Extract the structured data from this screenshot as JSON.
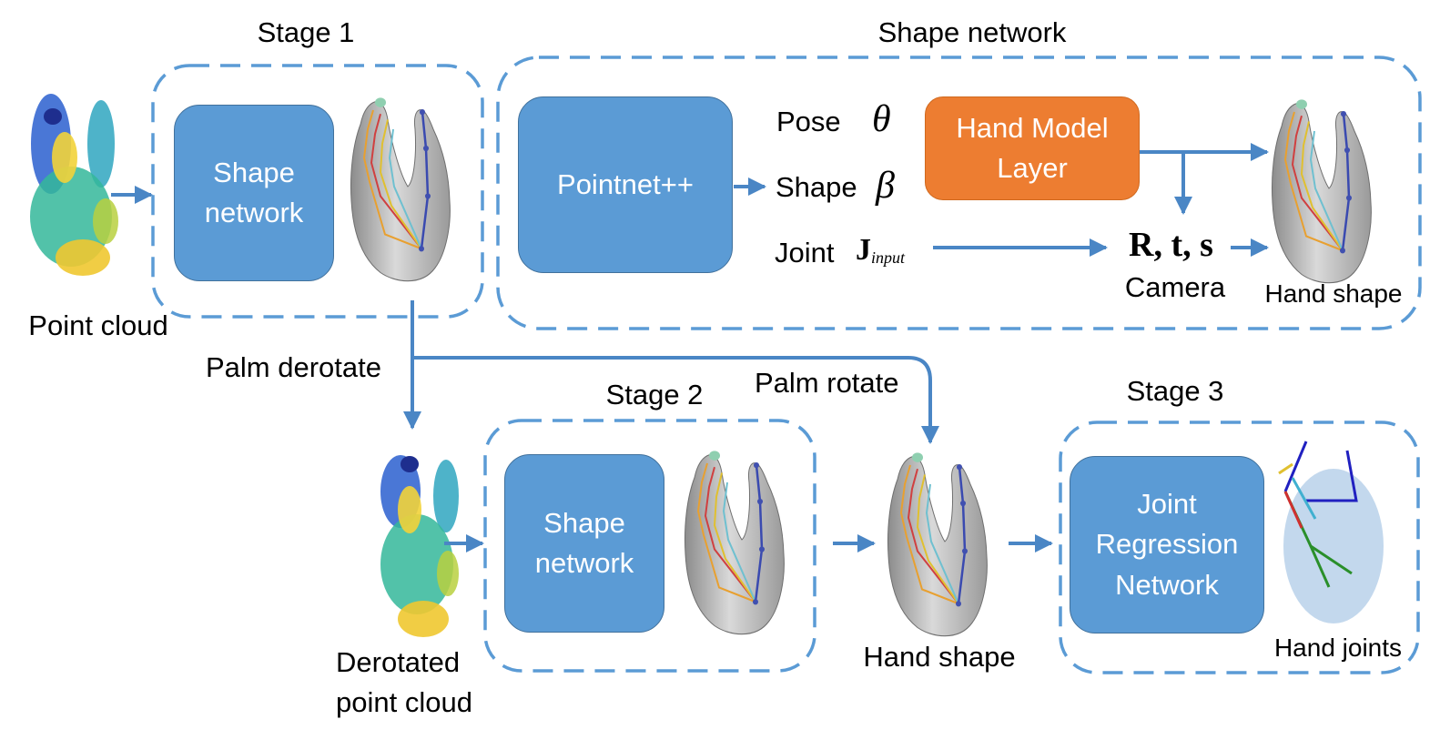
{
  "stage1": {
    "title": "Stage 1",
    "box_label": [
      "Shape",
      "network"
    ]
  },
  "shape_net": {
    "title": "Shape network",
    "pointnet_label": "Pointnet++",
    "pose_label": "Pose",
    "shape_label": "Shape",
    "joint_label": "Joint",
    "pose_symbol": "θ",
    "shape_symbol": "β",
    "joint_symbol_main": "J",
    "joint_symbol_sub": "input",
    "hand_model_label": [
      "Hand Model",
      "Layer"
    ],
    "camera_symbol": "R, t, s",
    "camera_label": "Camera",
    "output_label": "Hand shape"
  },
  "point_cloud_label": "Point cloud",
  "palm_derotate_label": "Palm derotate",
  "palm_rotate_label": "Palm rotate",
  "stage2": {
    "title": "Stage 2",
    "box_label": [
      "Shape",
      "network"
    ]
  },
  "derotated_label": [
    "Derotated",
    "point cloud"
  ],
  "hand_shape_label": "Hand shape",
  "stage3": {
    "title": "Stage 3",
    "box_label": [
      "Joint",
      "Regression",
      "Network"
    ]
  },
  "hand_joints_label": "Hand joints",
  "colors": {
    "box_blue": "#5b9bd5",
    "box_orange": "#ed7d31",
    "dashed": "#5b9bd5",
    "arrow": "#4a86c5"
  }
}
